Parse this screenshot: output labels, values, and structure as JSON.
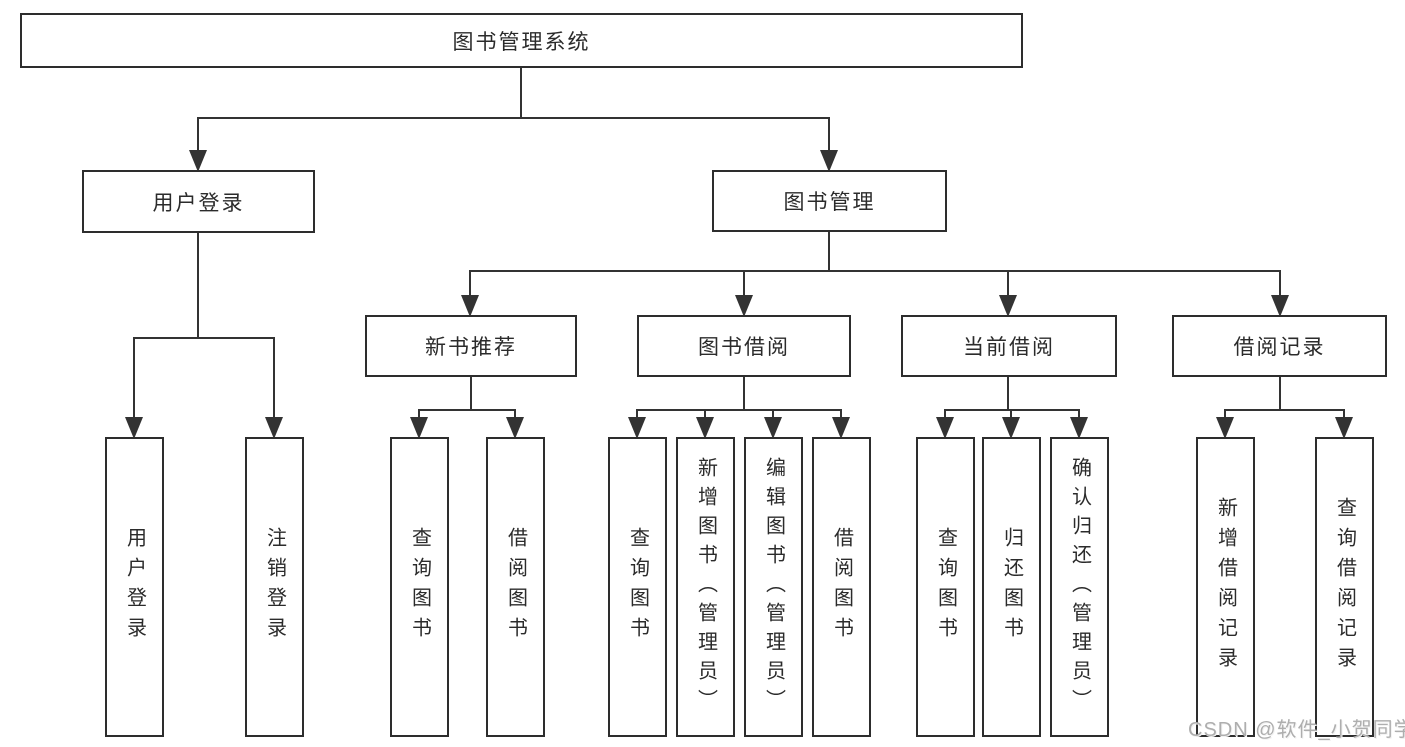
{
  "tree": {
    "root": {
      "label": "图书管理系统"
    },
    "branches": [
      {
        "label": "用户登录",
        "children": [
          {
            "label": "用户登录"
          },
          {
            "label": "注销登录"
          }
        ]
      },
      {
        "label": "图书管理",
        "groups": [
          {
            "label": "新书推荐",
            "children": [
              {
                "label": "查询图书"
              },
              {
                "label": "借阅图书"
              }
            ]
          },
          {
            "label": "图书借阅",
            "children": [
              {
                "label": "查询图书"
              },
              {
                "label": "新增图书（管理员）"
              },
              {
                "label": "编辑图书（管理员）"
              },
              {
                "label": "借阅图书"
              }
            ]
          },
          {
            "label": "当前借阅",
            "children": [
              {
                "label": "查询图书"
              },
              {
                "label": "归还图书"
              },
              {
                "label": "确认归还（管理员）"
              }
            ]
          },
          {
            "label": "借阅记录",
            "children": [
              {
                "label": "新增借阅记录"
              },
              {
                "label": "查询借阅记录"
              }
            ]
          }
        ]
      }
    ]
  },
  "watermark": {
    "text": "CSDN @软件_小贺同学"
  },
  "colors": {
    "background": "#ffffff",
    "line": "#333333",
    "box_border": "#2d2d2d",
    "text": "#2b2b2b",
    "watermark": "#aeaeae"
  }
}
